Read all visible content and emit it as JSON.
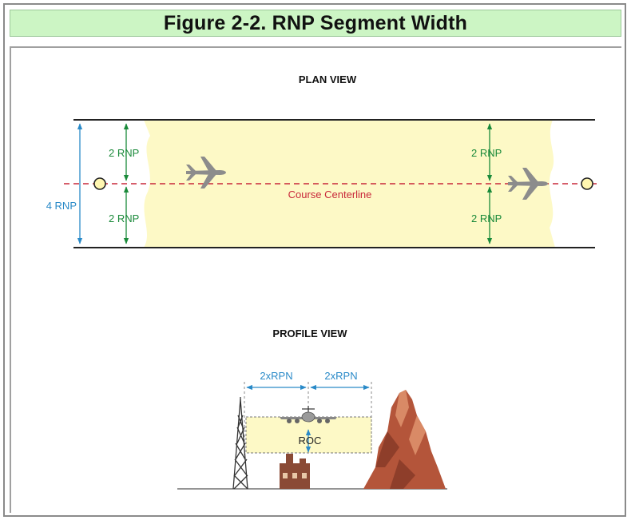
{
  "title": "Figure 2-2. RNP Segment Width",
  "plan_view": {
    "heading": "PLAN VIEW",
    "half_width_label": "2 RNP",
    "total_width_label": "4 RNP",
    "centerline_label": "Course Centerline"
  },
  "profile_view": {
    "heading": "PROFILE VIEW",
    "left_width_label": "2xRPN",
    "right_width_label": "2xRPN",
    "roc_label": "ROC"
  },
  "colors": {
    "corridor_fill": "#fdf9c6",
    "green_dimension": "#1a8a3a",
    "blue_dimension": "#2a8ac8",
    "centerline_red": "#c8283a",
    "aircraft_gray": "#8c8c8c",
    "waypoint_fill": "#fff6b0",
    "mountain": "#b4553a",
    "building": "#8a4a35"
  }
}
